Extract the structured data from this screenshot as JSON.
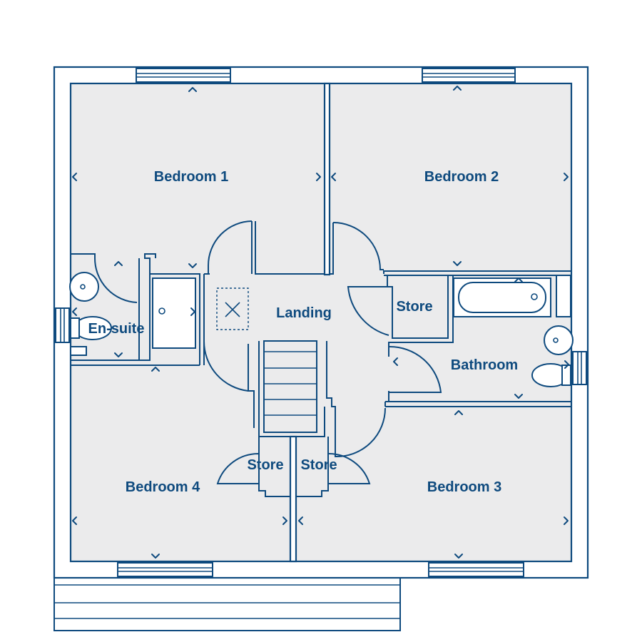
{
  "colors": {
    "stroke": "#0e4a7e",
    "floor": "#ebebec",
    "background": "#ffffff"
  },
  "rooms": {
    "bedroom1": "Bedroom 1",
    "bedroom2": "Bedroom 2",
    "bedroom3": "Bedroom 3",
    "bedroom4": "Bedroom 4",
    "ensuite": "En-suite",
    "landing": "Landing",
    "store_top": "Store",
    "bathroom": "Bathroom",
    "store_left": "Store",
    "store_right": "Store"
  }
}
